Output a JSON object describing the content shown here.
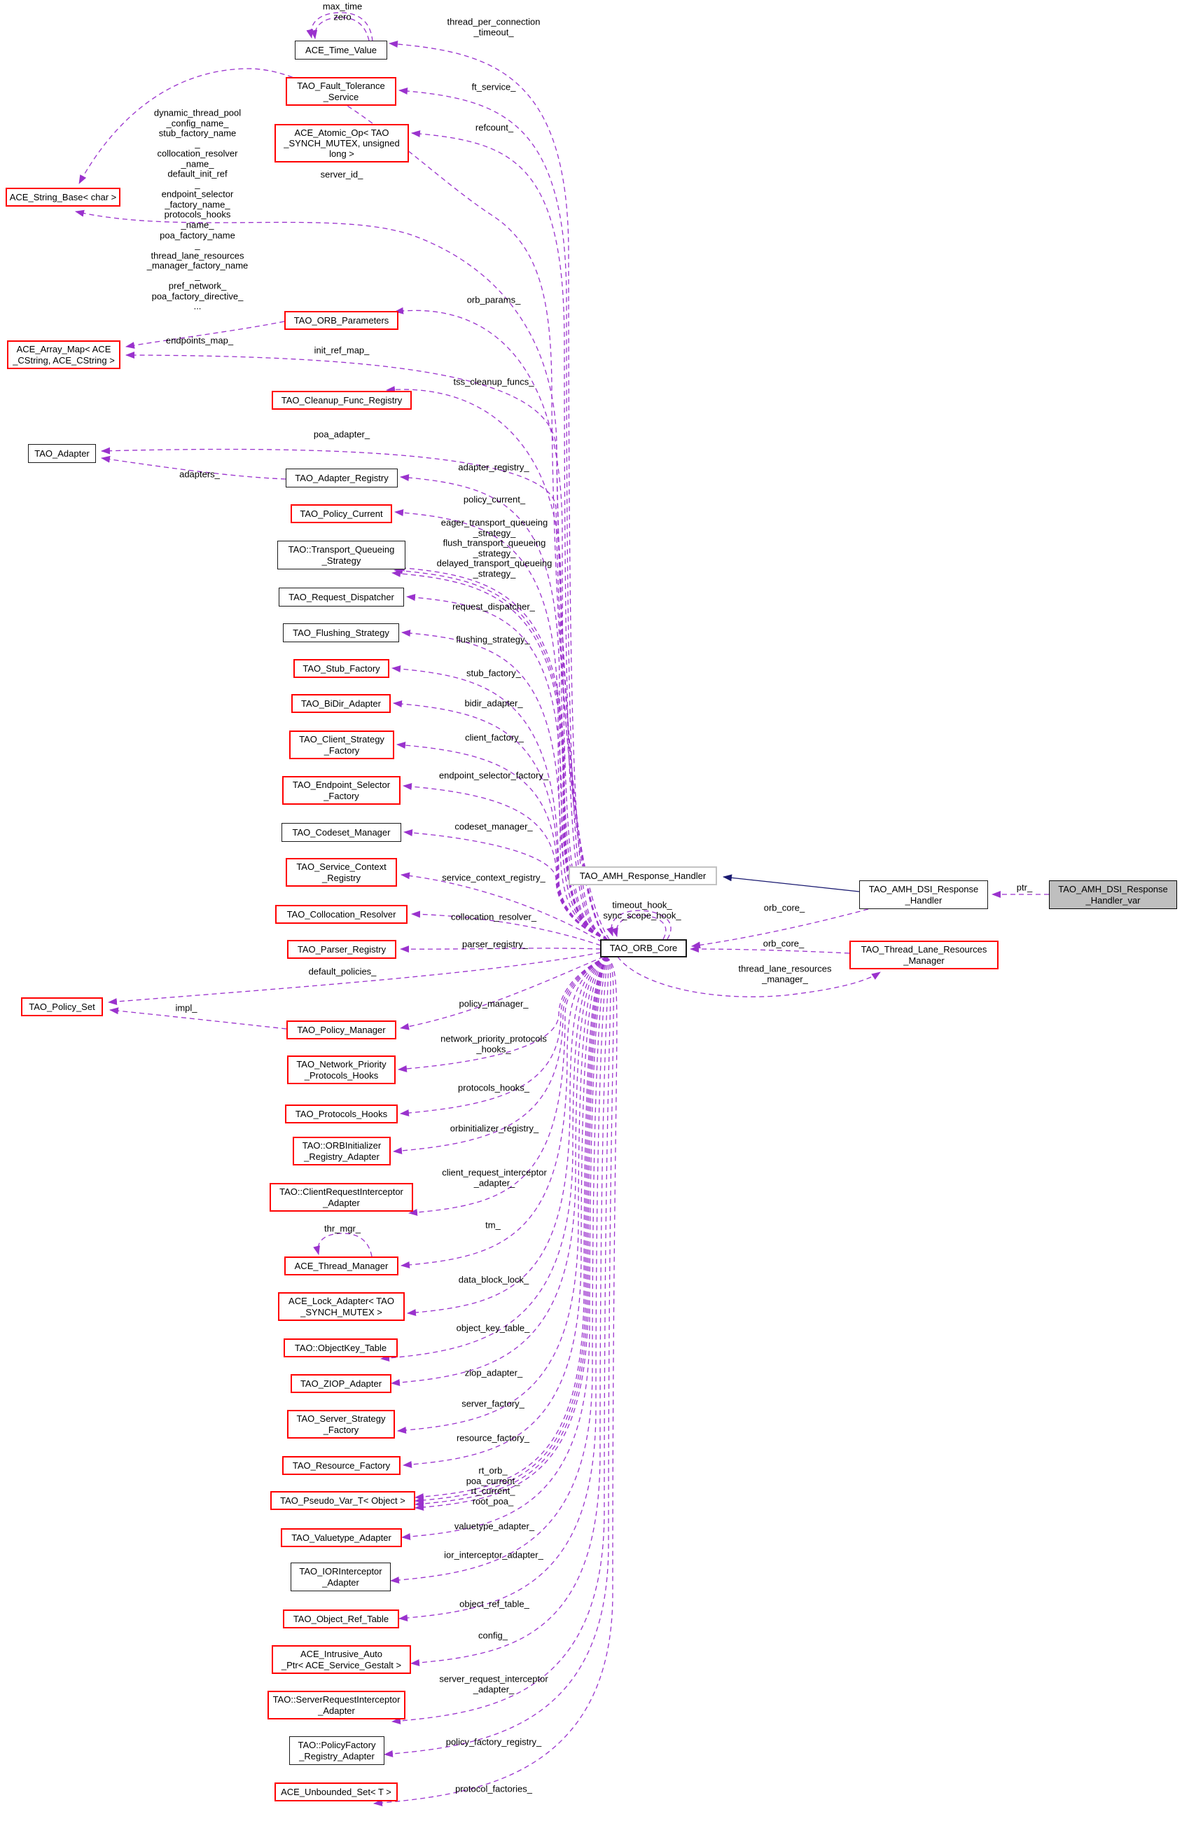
{
  "diagram": {
    "type": "class-collaboration-graph",
    "subject": "TAO_AMH_DSI_Response_Handler_var",
    "colors": {
      "background": "#ffffff",
      "member_edge": "#9a32cd",
      "inheritance_edge": "#191970",
      "red_border": "#ff0000",
      "black_border": "#1a1a1a",
      "gray_border": "#c3c3c3",
      "subject_fill": "#bfbfbf",
      "text": "#000000"
    }
  },
  "nodes": [
    {
      "id": "ace-time-value",
      "label": "ACE_Time_Value"
    },
    {
      "id": "tao-fault-tolerance-service",
      "label": "TAO_Fault_Tolerance\n_Service"
    },
    {
      "id": "ace-atomic-op",
      "label": "ACE_Atomic_Op< TAO\n_SYNCH_MUTEX, unsigned\nlong >"
    },
    {
      "id": "ace-string-base",
      "label": "ACE_String_Base< char >"
    },
    {
      "id": "tao-orb-parameters",
      "label": "TAO_ORB_Parameters"
    },
    {
      "id": "ace-array-map",
      "label": "ACE_Array_Map< ACE\n_CString, ACE_CString >"
    },
    {
      "id": "tao-cleanup-func-registry",
      "label": "TAO_Cleanup_Func_Registry"
    },
    {
      "id": "tao-adapter",
      "label": "TAO_Adapter"
    },
    {
      "id": "tao-adapter-registry",
      "label": "TAO_Adapter_Registry"
    },
    {
      "id": "tao-policy-current",
      "label": "TAO_Policy_Current"
    },
    {
      "id": "tao-transport-queueing-strategy",
      "label": "TAO::Transport_Queueing\n_Strategy"
    },
    {
      "id": "tao-request-dispatcher",
      "label": "TAO_Request_Dispatcher"
    },
    {
      "id": "tao-flushing-strategy",
      "label": "TAO_Flushing_Strategy"
    },
    {
      "id": "tao-stub-factory",
      "label": "TAO_Stub_Factory"
    },
    {
      "id": "tao-bidir-adapter",
      "label": "TAO_BiDir_Adapter"
    },
    {
      "id": "tao-client-strategy-factory",
      "label": "TAO_Client_Strategy\n_Factory"
    },
    {
      "id": "tao-endpoint-selector-factory",
      "label": "TAO_Endpoint_Selector\n_Factory"
    },
    {
      "id": "tao-codeset-manager",
      "label": "TAO_Codeset_Manager"
    },
    {
      "id": "tao-service-context-registry",
      "label": "TAO_Service_Context\n_Registry"
    },
    {
      "id": "tao-collocation-resolver",
      "label": "TAO_Collocation_Resolver"
    },
    {
      "id": "tao-parser-registry",
      "label": "TAO_Parser_Registry"
    },
    {
      "id": "tao-policy-set",
      "label": "TAO_Policy_Set"
    },
    {
      "id": "tao-policy-manager",
      "label": "TAO_Policy_Manager"
    },
    {
      "id": "tao-network-priority-protocols-hooks",
      "label": "TAO_Network_Priority\n_Protocols_Hooks"
    },
    {
      "id": "tao-protocols-hooks",
      "label": "TAO_Protocols_Hooks"
    },
    {
      "id": "tao-orbinitializer-registry-adapter",
      "label": "TAO::ORBInitializer\n_Registry_Adapter"
    },
    {
      "id": "tao-clientrequestinterceptor-adapter",
      "label": "TAO::ClientRequestInterceptor\n_Adapter"
    },
    {
      "id": "ace-thread-manager",
      "label": "ACE_Thread_Manager"
    },
    {
      "id": "ace-lock-adapter",
      "label": "ACE_Lock_Adapter< TAO\n_SYNCH_MUTEX >"
    },
    {
      "id": "tao-objectkey-table",
      "label": "TAO::ObjectKey_Table"
    },
    {
      "id": "tao-ziop-adapter",
      "label": "TAO_ZIOP_Adapter"
    },
    {
      "id": "tao-server-strategy-factory",
      "label": "TAO_Server_Strategy\n_Factory"
    },
    {
      "id": "tao-resource-factory",
      "label": "TAO_Resource_Factory"
    },
    {
      "id": "tao-pseudo-var-t",
      "label": "TAO_Pseudo_Var_T< Object >"
    },
    {
      "id": "tao-valuetype-adapter",
      "label": "TAO_Valuetype_Adapter"
    },
    {
      "id": "tao-iorinterceptor-adapter",
      "label": "TAO_IORInterceptor\n_Adapter"
    },
    {
      "id": "tao-object-ref-table",
      "label": "TAO_Object_Ref_Table"
    },
    {
      "id": "ace-intrusive-auto-ptr",
      "label": "ACE_Intrusive_Auto\n_Ptr< ACE_Service_Gestalt >"
    },
    {
      "id": "tao-serverrequestinterceptor-adapter",
      "label": "TAO::ServerRequestInterceptor\n_Adapter"
    },
    {
      "id": "tao-policyfactory-registry-adapter",
      "label": "TAO::PolicyFactory\n_Registry_Adapter"
    },
    {
      "id": "ace-unbounded-set",
      "label": "ACE_Unbounded_Set< T >"
    },
    {
      "id": "tao-amh-response-handler",
      "label": "TAO_AMH_Response_Handler"
    },
    {
      "id": "tao-orb-core",
      "label": "TAO_ORB_Core"
    },
    {
      "id": "tao-amh-dsi-response-handler",
      "label": "TAO_AMH_DSI_Response\n_Handler"
    },
    {
      "id": "tao-amh-dsi-response-handler-var",
      "label": "TAO_AMH_DSI_Response\n_Handler_var"
    },
    {
      "id": "tao-thread-lane-resources-manager",
      "label": "TAO_Thread_Lane_Resources\n_Manager"
    }
  ],
  "edge_labels": [
    {
      "id": "max-time-zero",
      "text": "max_time\nzero"
    },
    {
      "id": "thread-per-connection-timeout",
      "text": "thread_per_connection\n_timeout_"
    },
    {
      "id": "ft-service",
      "text": "ft_service_"
    },
    {
      "id": "refcount",
      "text": "refcount_"
    },
    {
      "id": "server-id",
      "text": "server_id_"
    },
    {
      "id": "string-members",
      "text": "dynamic_thread_pool\n_config_name_\nstub_factory_name\n_\ncollocation_resolver\n_name_\ndefault_init_ref\n_\nendpoint_selector\n_factory_name_\nprotocols_hooks\n_name_\npoa_factory_name\n_\nthread_lane_resources\n_manager_factory_name\n_\npref_network_\npoa_factory_directive_\n..."
    },
    {
      "id": "orb-params",
      "text": "orb_params_"
    },
    {
      "id": "endpoints-map",
      "text": "endpoints_map_"
    },
    {
      "id": "init-ref-map",
      "text": "init_ref_map_"
    },
    {
      "id": "tss-cleanup-funcs",
      "text": "tss_cleanup_funcs_"
    },
    {
      "id": "poa-adapter",
      "text": "poa_adapter_"
    },
    {
      "id": "adapters",
      "text": "adapters_"
    },
    {
      "id": "adapter-registry",
      "text": "adapter_registry_"
    },
    {
      "id": "policy-current",
      "text": "policy_current_"
    },
    {
      "id": "transport-queueing-strategies",
      "text": "eager_transport_queueing\n_strategy_\nflush_transport_queueing\n_strategy_\ndelayed_transport_queueing\n_strategy_"
    },
    {
      "id": "request-dispatcher",
      "text": "request_dispatcher_"
    },
    {
      "id": "flushing-strategy",
      "text": "flushing_strategy_"
    },
    {
      "id": "stub-factory",
      "text": "stub_factory_"
    },
    {
      "id": "bidir-adapter",
      "text": "bidir_adapter_"
    },
    {
      "id": "client-factory",
      "text": "client_factory_"
    },
    {
      "id": "endpoint-selector-factory",
      "text": "endpoint_selector_factory_"
    },
    {
      "id": "codeset-manager",
      "text": "codeset_manager_"
    },
    {
      "id": "service-context-registry",
      "text": "service_context_registry_"
    },
    {
      "id": "collocation-resolver",
      "text": "collocation_resolver_"
    },
    {
      "id": "parser-registry",
      "text": "parser_registry_"
    },
    {
      "id": "default-policies",
      "text": "default_policies_"
    },
    {
      "id": "impl",
      "text": "impl_"
    },
    {
      "id": "policy-manager",
      "text": "policy_manager_"
    },
    {
      "id": "network-priority-protocols-hooks",
      "text": "network_priority_protocols\n_hooks_"
    },
    {
      "id": "protocols-hooks",
      "text": "protocols_hooks_"
    },
    {
      "id": "orbinitializer-registry",
      "text": "orbinitializer_registry_"
    },
    {
      "id": "client-request-interceptor-adapter",
      "text": "client_request_interceptor\n_adapter_"
    },
    {
      "id": "tm",
      "text": "tm_"
    },
    {
      "id": "thr-mgr",
      "text": "thr_mgr_"
    },
    {
      "id": "data-block-lock",
      "text": "data_block_lock_"
    },
    {
      "id": "object-key-table",
      "text": "object_key_table_"
    },
    {
      "id": "ziop-adapter",
      "text": "ziop_adapter_"
    },
    {
      "id": "server-factory",
      "text": "server_factory_"
    },
    {
      "id": "resource-factory",
      "text": "resource_factory_"
    },
    {
      "id": "rt-poa-currents",
      "text": "rt_orb_\npoa_current_\nrt_current_\nroot_poa_"
    },
    {
      "id": "valuetype-adapter",
      "text": "valuetype_adapter_"
    },
    {
      "id": "ior-interceptor-adapter",
      "text": "ior_interceptor_adapter_"
    },
    {
      "id": "object-ref-table",
      "text": "object_ref_table_"
    },
    {
      "id": "config",
      "text": "config_"
    },
    {
      "id": "server-request-interceptor-adapter",
      "text": "server_request_interceptor\n_adapter_"
    },
    {
      "id": "policy-factory-registry",
      "text": "policy_factory_registry_"
    },
    {
      "id": "protocol-factories",
      "text": "protocol_factories_"
    },
    {
      "id": "timeout-sync-scope-hooks",
      "text": "timeout_hook_\nsync_scope_hook_"
    },
    {
      "id": "orb-core-upper",
      "text": "orb_core_"
    },
    {
      "id": "orb-core-lower",
      "text": "orb_core_"
    },
    {
      "id": "thread-lane-resources-manager",
      "text": "thread_lane_resources\n_manager_"
    },
    {
      "id": "ptr",
      "text": "ptr_"
    }
  ]
}
